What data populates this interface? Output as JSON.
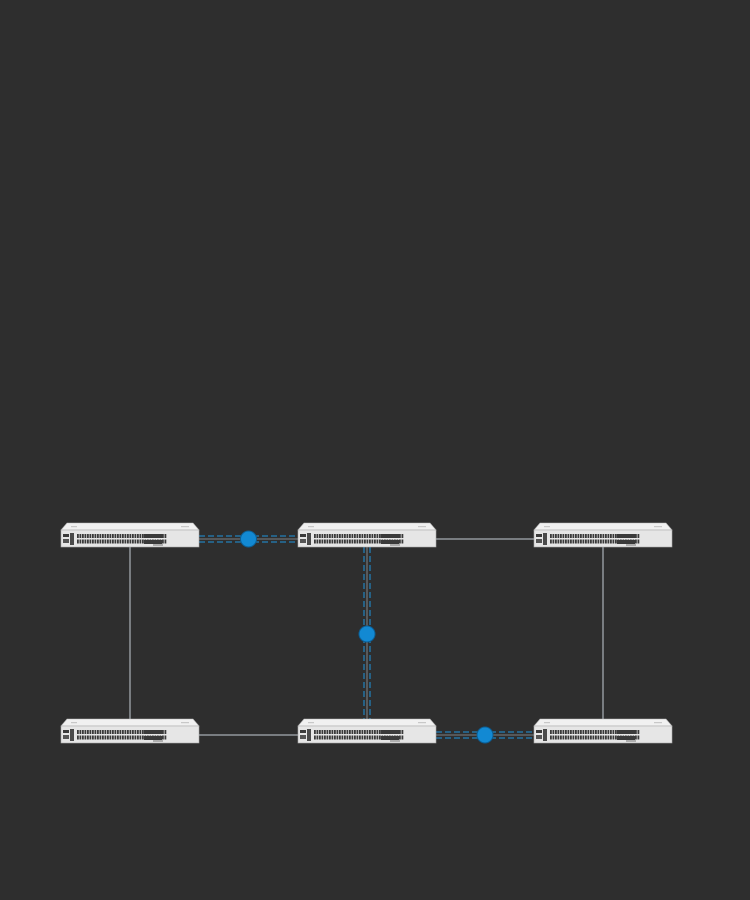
{
  "colors": {
    "background": "#2e2e2e",
    "link": "#c4ccd4",
    "aggregated_link": "#1f94dc",
    "aggregation_marker": "#1289d3",
    "switch_body": "#e6e6e6",
    "switch_top": "#f1f1f1",
    "port": "#3a3a3a"
  },
  "switches": [
    {
      "id": "sw-top-left",
      "icon": "network-switch-icon"
    },
    {
      "id": "sw-top-center",
      "icon": "network-switch-icon"
    },
    {
      "id": "sw-top-right",
      "icon": "network-switch-icon"
    },
    {
      "id": "sw-bottom-left",
      "icon": "network-switch-icon"
    },
    {
      "id": "sw-bottom-center",
      "icon": "network-switch-icon"
    },
    {
      "id": "sw-bottom-right",
      "icon": "network-switch-icon"
    }
  ],
  "links": [
    {
      "from": "sw-top-left",
      "to": "sw-top-center",
      "type": "aggregated"
    },
    {
      "from": "sw-top-center",
      "to": "sw-top-right",
      "type": "single"
    },
    {
      "from": "sw-top-left",
      "to": "sw-bottom-left",
      "type": "single"
    },
    {
      "from": "sw-top-center",
      "to": "sw-bottom-center",
      "type": "aggregated"
    },
    {
      "from": "sw-top-right",
      "to": "sw-bottom-right",
      "type": "single"
    },
    {
      "from": "sw-bottom-left",
      "to": "sw-bottom-center",
      "type": "single"
    },
    {
      "from": "sw-bottom-center",
      "to": "sw-bottom-right",
      "type": "aggregated"
    }
  ]
}
